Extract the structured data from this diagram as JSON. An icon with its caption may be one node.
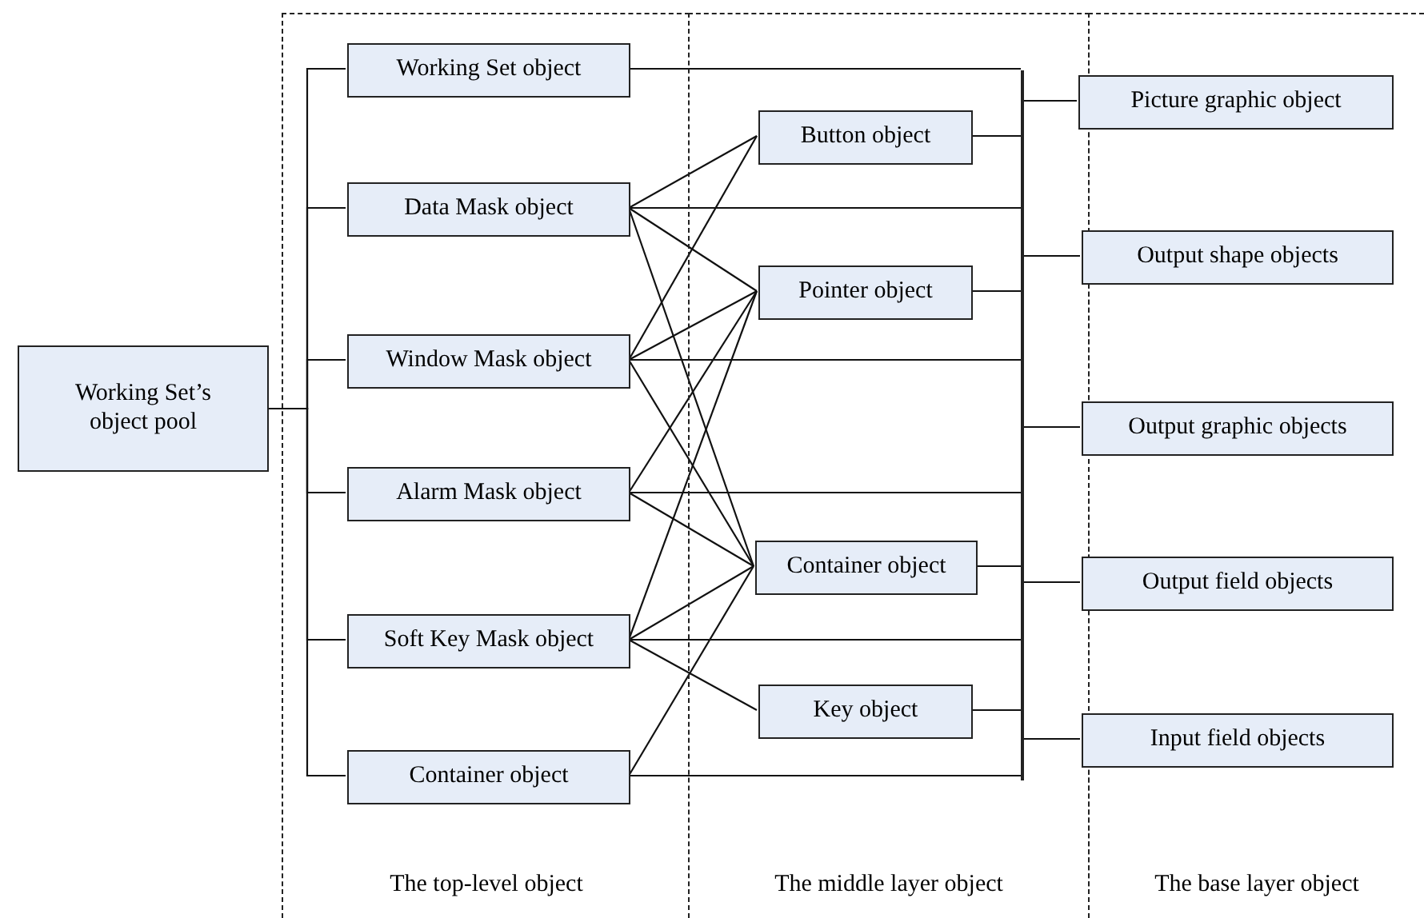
{
  "diagram": {
    "nodes": [
      {
        "text": [
          "Working Set’s object pool"
        ]
      },
      {
        "text": [
          "The top-level object"
        ]
      },
      {
        "text": [
          "Working Set object"
        ],
        "in": 1
      },
      {
        "text": [
          "Data Mask object"
        ],
        "in": 1
      },
      {
        "text": [
          "Window Mask object"
        ],
        "in": 1
      },
      {
        "text": [
          "Alarm Mask object"
        ],
        "in": 1
      },
      {
        "text": [
          "Soft Key Mask object"
        ],
        "in": 1
      },
      {
        "text": [
          "Container object"
        ],
        "in": 1
      },
      {
        "text": [
          "The middle layer object"
        ]
      },
      {
        "text": [
          "Button object"
        ],
        "in": 8
      },
      {
        "text": [
          "Pointer object"
        ],
        "in": 8
      },
      {
        "text": [
          "Container object"
        ],
        "in": 8
      },
      {
        "text": [
          "Key object"
        ],
        "in": 8
      },
      {
        "text": [],
        "shape": "bar",
        "in": 8
      },
      {
        "text": [
          "The base layer object"
        ]
      },
      {
        "text": [
          "Picture graphic object"
        ],
        "in": 14
      },
      {
        "text": [
          "Output shape objects"
        ],
        "in": 14
      },
      {
        "text": [
          "Output graphic objects"
        ],
        "in": 14
      },
      {
        "text": [
          "Output field objects"
        ],
        "in": 14
      },
      {
        "text": [
          "Input field objects"
        ],
        "in": 14
      }
    ],
    "edges": [
      {
        "from": 0,
        "to": 2,
        "arrow": "none"
      },
      {
        "from": 0,
        "to": 3,
        "arrow": "none"
      },
      {
        "from": 0,
        "to": 4,
        "arrow": "none"
      },
      {
        "from": 0,
        "to": 5,
        "arrow": "none"
      },
      {
        "from": 0,
        "to": 6,
        "arrow": "none"
      },
      {
        "from": 0,
        "to": 7,
        "arrow": "none"
      },
      {
        "from": 3,
        "to": 9,
        "arrow": "none"
      },
      {
        "from": 3,
        "to": 10,
        "arrow": "none"
      },
      {
        "from": 3,
        "to": 11,
        "arrow": "none"
      },
      {
        "from": 4,
        "to": 9,
        "arrow": "none"
      },
      {
        "from": 4,
        "to": 10,
        "arrow": "none"
      },
      {
        "from": 4,
        "to": 11,
        "arrow": "none"
      },
      {
        "from": 5,
        "to": 10,
        "arrow": "none"
      },
      {
        "from": 5,
        "to": 11,
        "arrow": "none"
      },
      {
        "from": 6,
        "to": 10,
        "arrow": "none"
      },
      {
        "from": 6,
        "to": 11,
        "arrow": "none"
      },
      {
        "from": 6,
        "to": 12,
        "arrow": "none"
      },
      {
        "from": 7,
        "to": 11,
        "arrow": "none"
      },
      {
        "from": 2,
        "to": 13,
        "arrow": "none"
      },
      {
        "from": 3,
        "to": 13,
        "arrow": "none"
      },
      {
        "from": 4,
        "to": 13,
        "arrow": "none"
      },
      {
        "from": 5,
        "to": 13,
        "arrow": "none"
      },
      {
        "from": 6,
        "to": 13,
        "arrow": "none"
      },
      {
        "from": 7,
        "to": 13,
        "arrow": "none"
      },
      {
        "from": 9,
        "to": 13,
        "arrow": "none"
      },
      {
        "from": 10,
        "to": 13,
        "arrow": "none"
      },
      {
        "from": 11,
        "to": 13,
        "arrow": "none"
      },
      {
        "from": 12,
        "to": 13,
        "arrow": "none"
      },
      {
        "from": 13,
        "to": 15,
        "arrow": "none"
      },
      {
        "from": 13,
        "to": 16,
        "arrow": "none"
      },
      {
        "from": 13,
        "to": 17,
        "arrow": "none"
      },
      {
        "from": 13,
        "to": 18,
        "arrow": "none"
      },
      {
        "from": 13,
        "to": 19,
        "arrow": "none"
      }
    ]
  }
}
